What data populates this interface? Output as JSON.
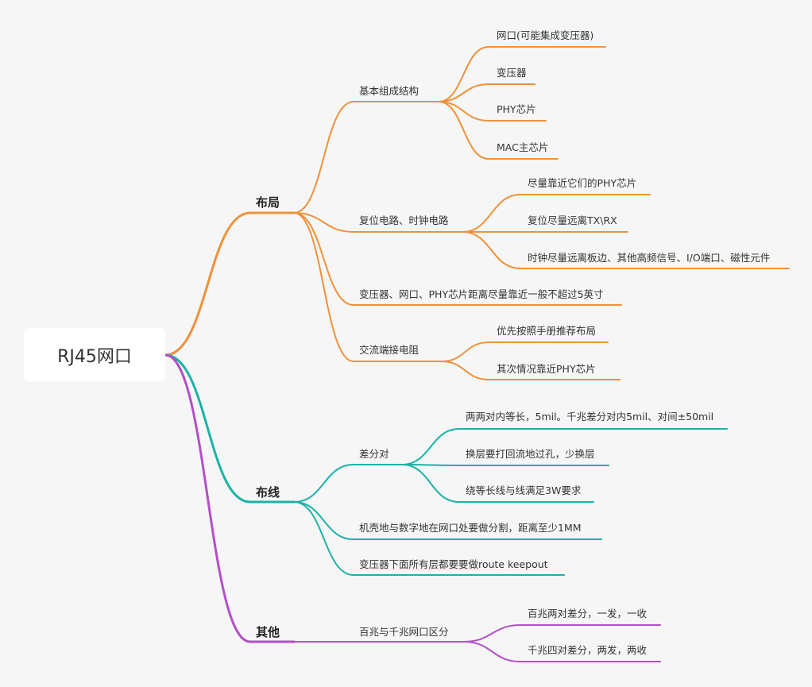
{
  "root": "RJ45网口",
  "colors": {
    "layout": "#f0913a",
    "routing": "#1ab3a6",
    "other": "#b44fc8"
  },
  "branches": [
    {
      "label": "布局",
      "children": [
        {
          "label": "基本组成结构",
          "children": [
            "网口(可能集成变压器)",
            "变压器",
            "PHY芯片",
            "MAC主芯片"
          ]
        },
        {
          "label": "复位电路、时钟电路",
          "children": [
            "尽量靠近它们的PHY芯片",
            "复位尽量远离TX\\RX",
            "时钟尽量远离板边、其他高频信号、I/O端口、磁性元件"
          ]
        },
        {
          "label": "变压器、网口、PHY芯片距离尽量靠近一般不超过5英寸",
          "children": []
        },
        {
          "label": "交流端接电阻",
          "children": [
            "优先按照手册推荐布局",
            "其次情况靠近PHY芯片"
          ]
        }
      ]
    },
    {
      "label": "布线",
      "children": [
        {
          "label": "差分对",
          "children": [
            "两两对内等长，5mil。千兆差分对内5mil、对间±50mil",
            "换层要打回流地过孔，少换层",
            "绕等长线与线满足3W要求"
          ]
        },
        {
          "label": "机壳地与数字地在网口处要做分割，距离至少1MM",
          "children": []
        },
        {
          "label": "变压器下面所有层都要要做route keepout",
          "children": []
        }
      ]
    },
    {
      "label": "其他",
      "children": [
        {
          "label": "百兆与千兆网口区分",
          "children": [
            "百兆两对差分，一发，一收",
            "千兆四对差分，两发，两收"
          ]
        }
      ]
    }
  ]
}
